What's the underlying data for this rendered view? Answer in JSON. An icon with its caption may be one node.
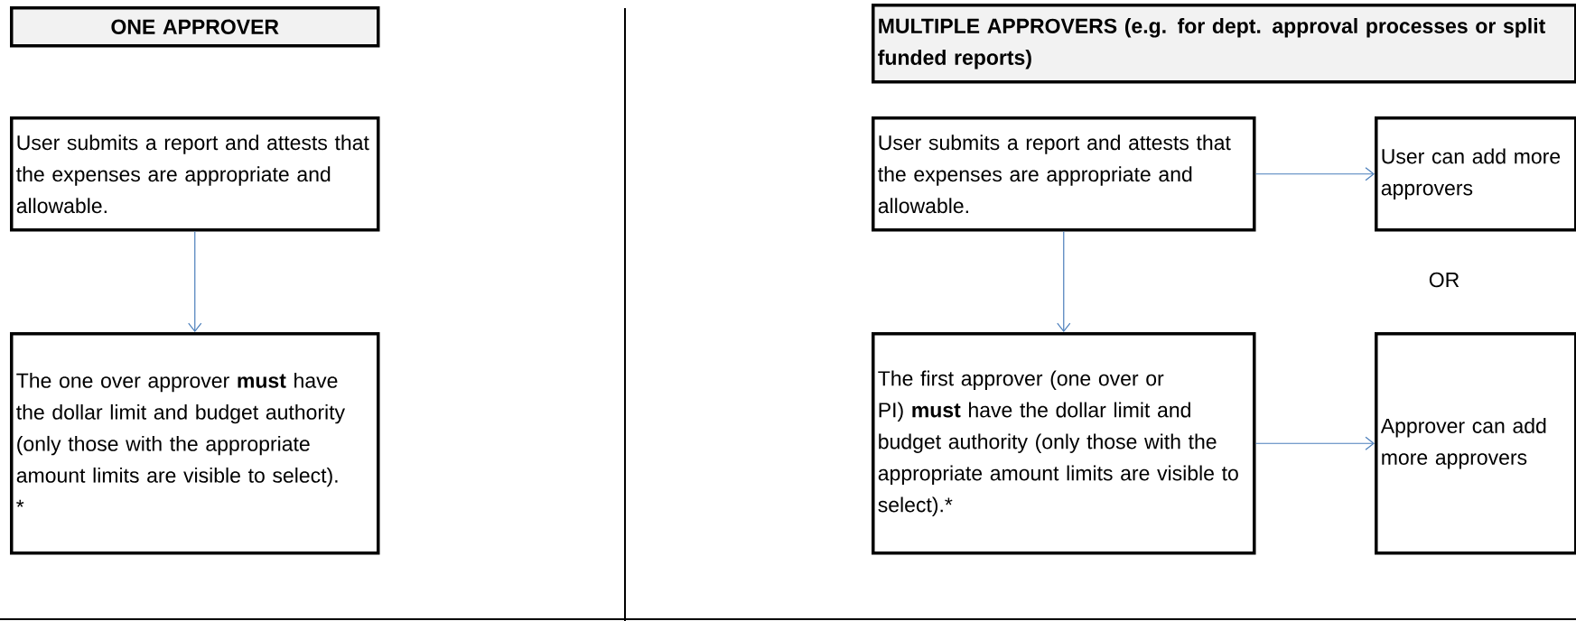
{
  "diagram": {
    "nodes": [
      {
        "text": [
          "ONE APPROVER"
        ]
      },
      {
        "text": [
          "User submits a report and attests that the expenses are appropriate and allowable."
        ]
      },
      {
        "text": [
          "The one over approver **must** have the dollar limit and budget authority (only those with the appropriate amount limits are visible to select). *"
        ]
      },
      {
        "text": [
          "MULTIPLE APPROVERS (e.g. for dept. approval processes or split funded reports)"
        ]
      },
      {
        "text": [
          "User submits a report and attests that the expenses are appropriate and allowable."
        ]
      },
      {
        "text": [
          "User can add more approvers"
        ]
      },
      {
        "text": [
          "The first approver (one over or PI) **must** have the dollar limit and budget authority (only those with the appropriate amount limits are visible to select).*"
        ]
      },
      {
        "text": [
          "Approver can add more approvers"
        ]
      }
    ],
    "edges": [
      {
        "from": 1,
        "to": 2,
        "arrow": "to"
      },
      {
        "from": 4,
        "to": 5,
        "arrow": "to"
      },
      {
        "from": 4,
        "to": 6,
        "arrow": "to"
      },
      {
        "from": 6,
        "to": 7,
        "arrow": "to"
      }
    ],
    "labels": [
      "OR"
    ]
  }
}
